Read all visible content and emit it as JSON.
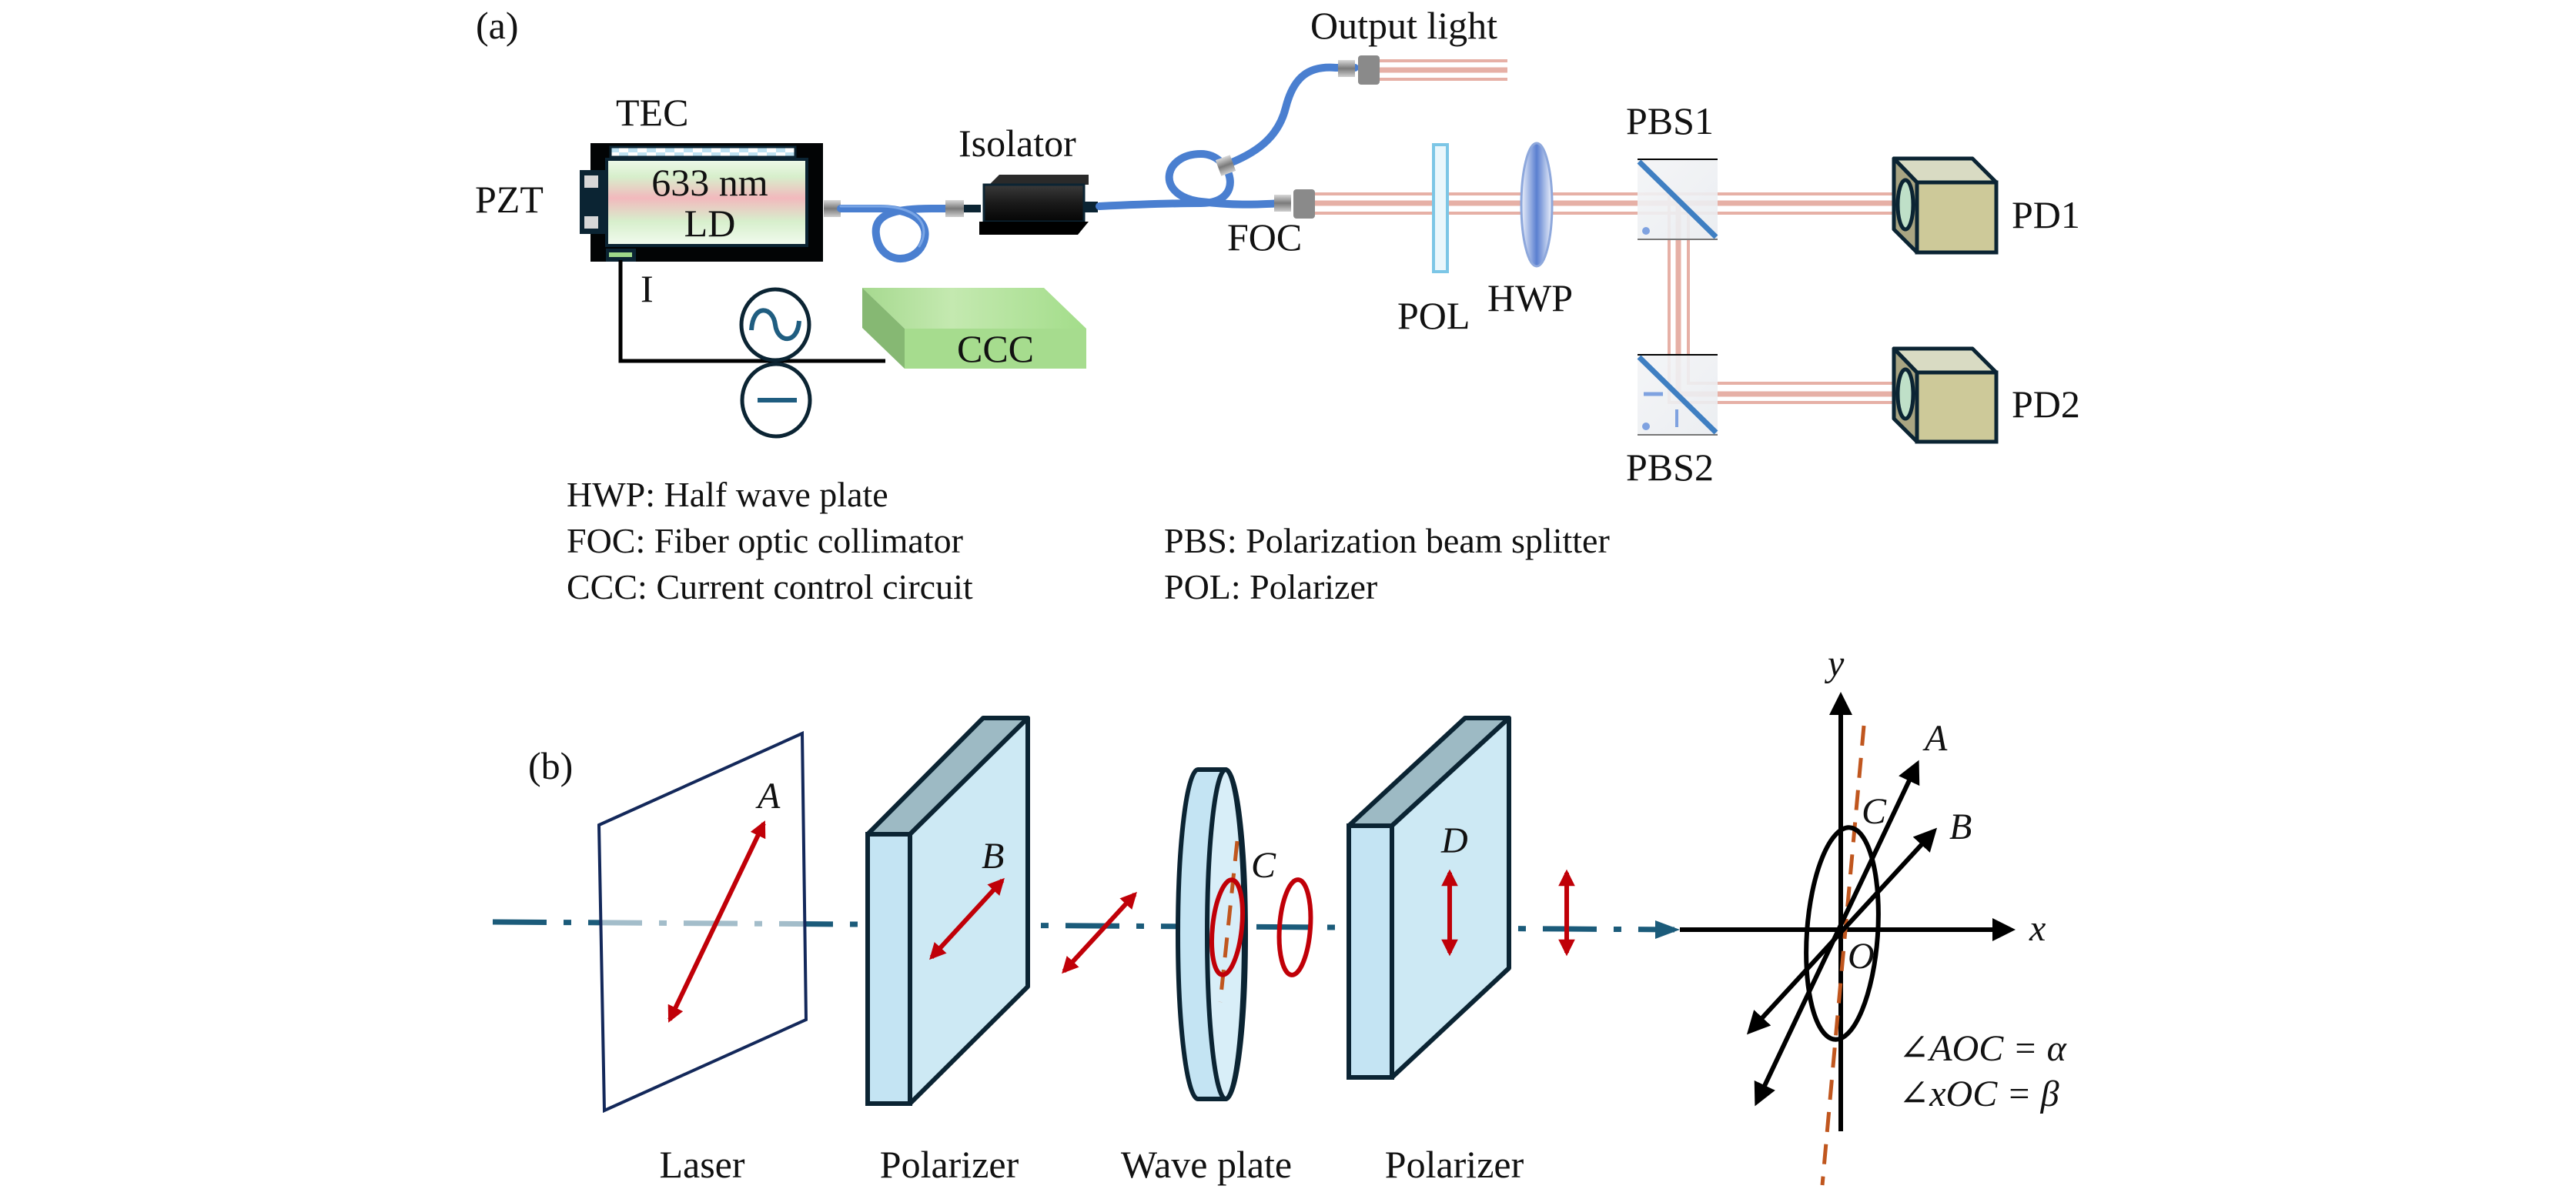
{
  "panel_a": {
    "label": "(a)",
    "components": {
      "tec": "TEC",
      "pzt": "PZT",
      "ld_line1": "633 nm",
      "ld_line2": "LD",
      "current": "I",
      "isolator": "Isolator",
      "output_light": "Output light",
      "foc": "FOC",
      "pol": "POL",
      "hwp": "HWP",
      "pbs1": "PBS1",
      "pbs2": "PBS2",
      "pd1": "PD1",
      "pd2": "PD2",
      "ccc": "CCC"
    },
    "legend": [
      {
        "text": "HWP: Half wave plate"
      },
      {
        "text": "FOC: Fiber optic collimator"
      },
      {
        "text": "CCC: Current control circuit"
      },
      {
        "text": "PBS: Polarization beam splitter"
      },
      {
        "text": "POL: Polarizer"
      }
    ],
    "source_icons": [
      "ac-source-icon",
      "dc-source-icon"
    ]
  },
  "panel_b": {
    "label": "(b)",
    "point_labels": {
      "a": "A",
      "b": "B",
      "c": "C",
      "d": "D"
    },
    "element_labels": [
      "Laser",
      "Polarizer",
      "Wave plate",
      "Polarizer"
    ],
    "coordinate_system": {
      "x_label": "x",
      "y_label": "y",
      "origin": "O",
      "a": "A",
      "b": "B",
      "c": "C"
    },
    "equations": [
      "∠AOC = α",
      "∠xOC = β"
    ]
  },
  "colors": {
    "beam": "#e6b0a6",
    "fiber": "#4a7fd0",
    "polarization_arrow": "#c00008",
    "fast_axis": "#c0561e",
    "optical_axis": "#1b5b7a",
    "plate_fill": "#c6e5f4",
    "ccc_fill": "#a6dc8e",
    "detector_fill": "#cdc999"
  }
}
